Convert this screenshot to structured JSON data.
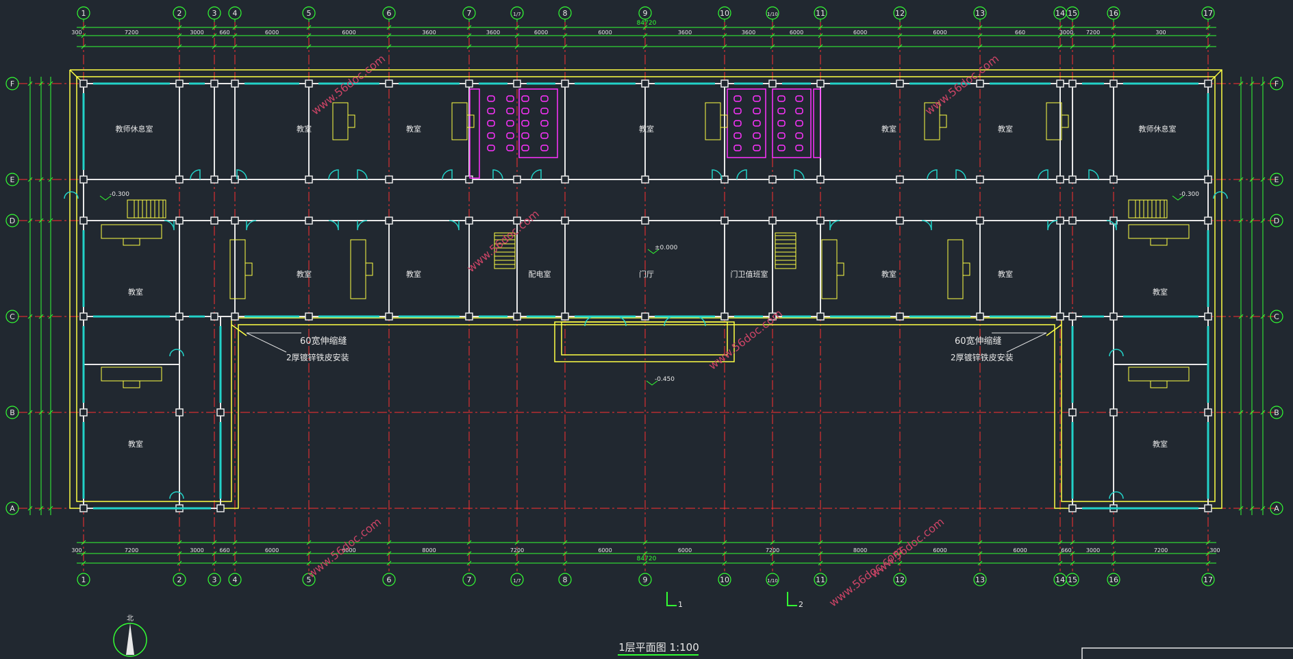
{
  "top_total": "84720",
  "bottom_total": "84720",
  "north_label": "北",
  "title": "1层平面图  1:100",
  "axes_h": [
    {
      "label": "1"
    },
    {
      "label": "2"
    },
    {
      "label": "3"
    },
    {
      "label": "4"
    },
    {
      "label": "5"
    },
    {
      "label": "6"
    },
    {
      "label": "7"
    },
    {
      "label": "1/7"
    },
    {
      "label": "8"
    },
    {
      "label": "9"
    },
    {
      "label": "10"
    },
    {
      "label": "1/10"
    },
    {
      "label": "11"
    },
    {
      "label": "12"
    },
    {
      "label": "13"
    },
    {
      "label": "14"
    },
    {
      "label": "15"
    },
    {
      "label": "16"
    },
    {
      "label": "17"
    }
  ],
  "axes_v": [
    {
      "label": "F"
    },
    {
      "label": "E"
    },
    {
      "label": "D"
    },
    {
      "label": "C"
    },
    {
      "label": "B"
    },
    {
      "label": "A"
    }
  ],
  "top_spans": [
    "300",
    "7200",
    "3000",
    "660",
    "6000",
    "6000",
    "3600",
    "3600",
    "6000",
    "6000",
    "3600",
    "3600",
    "6000",
    "6000",
    "6000",
    "660",
    "3000",
    "7200",
    "300"
  ],
  "bottom_spans": [
    "300",
    "7200",
    "3000",
    "660",
    "6000",
    "6000",
    "8000",
    "7200",
    "6000",
    "6000",
    "7200",
    "8000",
    "6000",
    "6000",
    "660",
    "3000",
    "7200",
    "300"
  ],
  "rooms": [
    {
      "label": "教师休息室"
    },
    {
      "label": "教室"
    },
    {
      "label": "教室"
    },
    {
      "label": "教室"
    },
    {
      "label": "教室"
    },
    {
      "label": "教室"
    },
    {
      "label": "教师休息室"
    },
    {
      "label": "教室"
    },
    {
      "label": "教室"
    },
    {
      "label": "教室"
    },
    {
      "label": "配电室"
    },
    {
      "label": "门厅"
    },
    {
      "label": "门卫值班室"
    },
    {
      "label": "教室"
    },
    {
      "label": "教室"
    },
    {
      "label": "教室"
    },
    {
      "label": "教室"
    },
    {
      "label": "教室"
    }
  ],
  "notes": {
    "left_1": "60宽伸缩缝",
    "left_2": "2厚镀锌铁皮安装",
    "right_1": "60宽伸缩缝",
    "right_2": "2厚镀锌铁皮安装"
  },
  "levels": [
    "-0.300",
    "±0.000",
    "-0.450",
    "-0.300"
  ],
  "section_marks": [
    "1",
    "2"
  ],
  "watermarks": [
    "www.56doc.com",
    "www.56doc.com",
    "www.56doc.com",
    "www.56doc.com",
    "www.56doc.com",
    "www.56doc.com",
    "www.56doc.com"
  ],
  "colors": {
    "bg": "#212830",
    "axis": "#ff3030",
    "wall": "#e8e8e8",
    "dim": "#33ff33",
    "window": "#22d2c8",
    "outline": "#ffff44",
    "toilet": "#ff33ff",
    "water": "#cc4466"
  }
}
